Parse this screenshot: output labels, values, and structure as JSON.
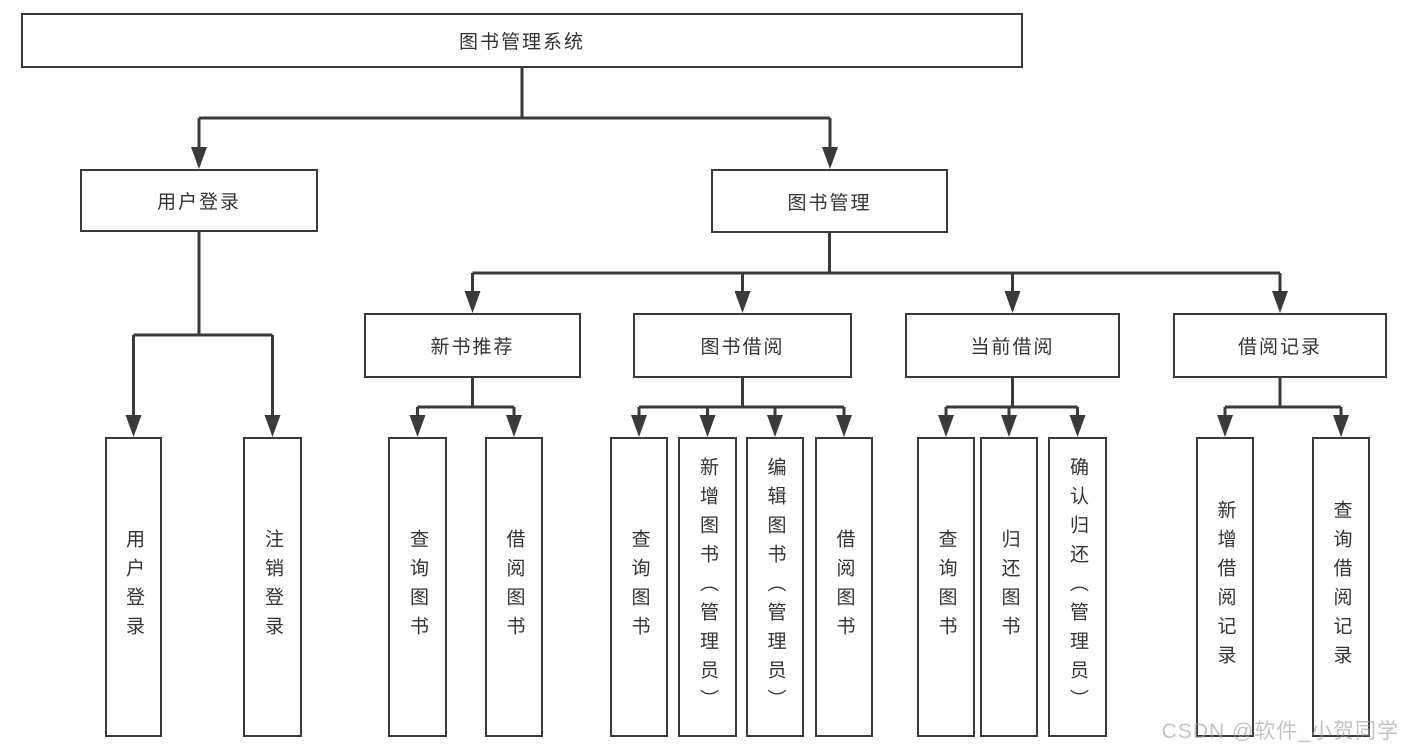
{
  "diagram": {
    "root": {
      "label": "图书管理系统"
    },
    "level2": [
      {
        "label": "用户登录"
      },
      {
        "label": "图书管理"
      }
    ],
    "level3": [
      {
        "label": "新书推荐"
      },
      {
        "label": "图书借阅"
      },
      {
        "label": "当前借阅"
      },
      {
        "label": "借阅记录"
      }
    ],
    "leaves": {
      "user_login": [
        "用户登录",
        "注销登录"
      ],
      "new_book_recommend": [
        "查询图书",
        "借阅图书"
      ],
      "book_borrow": [
        "查询图书",
        "新增图书（管理员）",
        "编辑图书（管理员）",
        "借阅图书"
      ],
      "current_borrow": [
        "查询图书",
        "归还图书",
        "确认归还（管理员）"
      ],
      "borrow_records": [
        "新增借阅记录",
        "查询借阅记录"
      ]
    },
    "colors": {
      "line": "#3a3a3a",
      "text": "#333333",
      "watermark_gray": "#9e9e9e"
    },
    "watermark": "CSDN @软件_小贺同学"
  }
}
